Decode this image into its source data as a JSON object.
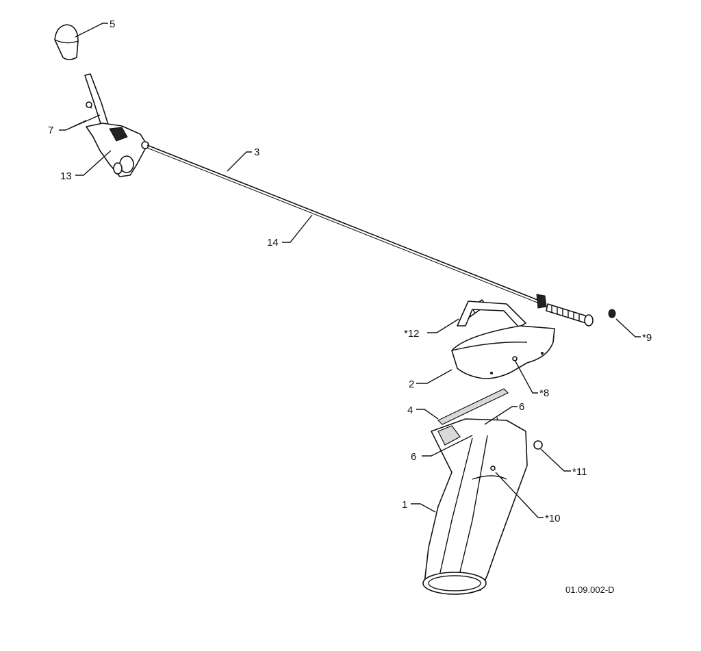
{
  "drawing_number": "01.09.002-D",
  "callouts": {
    "p1": "1",
    "p2": "2",
    "p3": "3",
    "p4": "4",
    "p5": "5",
    "p6a": "6",
    "p6b": "6",
    "p7": "7",
    "p8": "*8",
    "p9": "*9",
    "p10": "*10",
    "p11": "*11",
    "p12": "*12",
    "p13": "13",
    "p14": "14"
  }
}
